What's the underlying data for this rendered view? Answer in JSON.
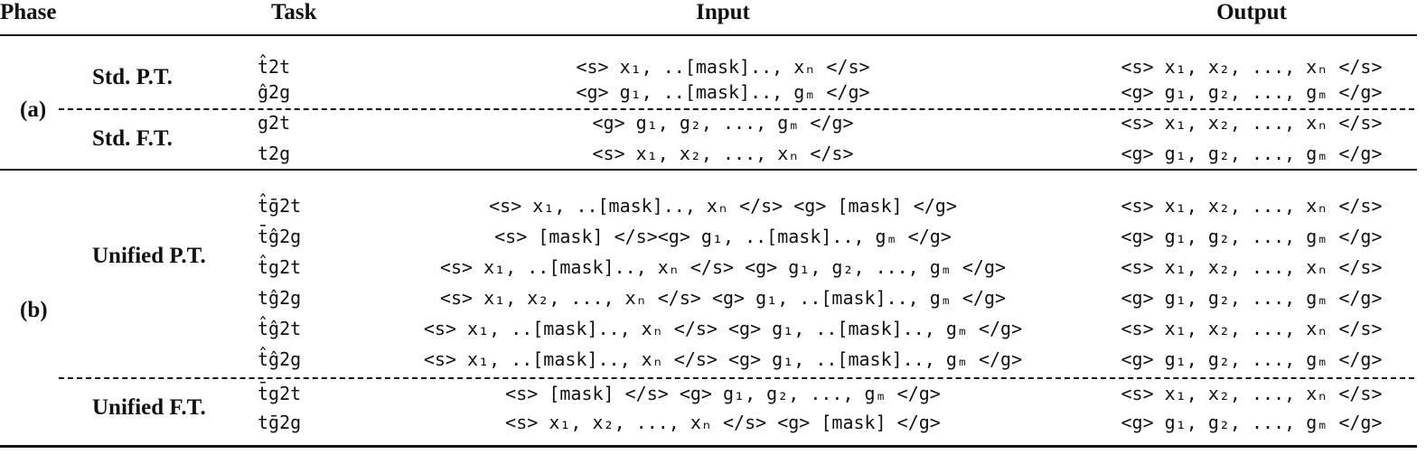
{
  "headers": {
    "phase": "Phase",
    "task": "Task",
    "input": "Input",
    "output": "Output"
  },
  "groups": [
    {
      "label": "(a)",
      "subphases": [
        {
          "label": "Std. P.T.",
          "rows": [
            {
              "task": "t̂2t",
              "input": "<s> x₁, ..[mask].., xₙ </s>",
              "output": "<s> x₁, x₂, ..., xₙ </s>"
            },
            {
              "task": "ĝ2g",
              "input": "<g> g₁, ..[mask].., gₘ </g>",
              "output": "<g> g₁, g₂, ..., gₘ </g>"
            }
          ]
        },
        {
          "label": "Std. F.T.",
          "rows": [
            {
              "task": "g2t",
              "input": "<g> g₁, g₂, ..., gₘ </g>",
              "output": "<s> x₁, x₂, ..., xₙ </s>"
            },
            {
              "task": "t2g",
              "input": "<s> x₁, x₂, ..., xₙ </s>",
              "output": "<g> g₁, g₂, ..., gₘ </g>"
            }
          ]
        }
      ]
    },
    {
      "label": "(b)",
      "subphases": [
        {
          "label": "Unified P.T.",
          "rows": [
            {
              "task": "t̂ḡ2t",
              "input": "<s> x₁, ..[mask].., xₙ </s> <g> [mask] </g>",
              "output": "<s> x₁, x₂, ..., xₙ </s>"
            },
            {
              "task": "t̄ĝ2g",
              "input": "<s> [mask] </s><g> g₁, ..[mask].., gₘ </g>",
              "output": "<g> g₁, g₂, ..., gₘ </g>"
            },
            {
              "task": "t̂g2t",
              "input": "<s> x₁, ..[mask].., xₙ </s> <g> g₁, g₂, ..., gₘ </g>",
              "output": "<s> x₁, x₂, ..., xₙ </s>"
            },
            {
              "task": "tĝ2g",
              "input": "<s> x₁, x₂, ..., xₙ </s> <g> g₁, ..[mask].., gₘ </g>",
              "output": "<g> g₁, g₂, ..., gₘ </g>"
            },
            {
              "task": "t̂ĝ2t",
              "input": "<s> x₁, ..[mask].., xₙ </s> <g> g₁, ..[mask].., gₘ </g>",
              "output": "<s> x₁, x₂, ..., xₙ </s>"
            },
            {
              "task": "t̂ĝ2g",
              "input": "<s> x₁, ..[mask].., xₙ </s> <g> g₁, ..[mask].., gₘ </g>",
              "output": "<g> g₁, g₂, ..., gₘ </g>"
            }
          ]
        },
        {
          "label": "Unified F.T.",
          "rows": [
            {
              "task": "t̄g2t",
              "input": "<s> [mask] </s> <g> g₁, g₂, ..., gₘ </g>",
              "output": "<s> x₁, x₂, ..., xₙ </s>"
            },
            {
              "task": "tḡ2g",
              "input": "<s> x₁, x₂, ..., xₙ </s> <g> [mask] </g>",
              "output": "<g> g₁, g₂, ..., gₘ </g>"
            }
          ]
        }
      ]
    }
  ]
}
